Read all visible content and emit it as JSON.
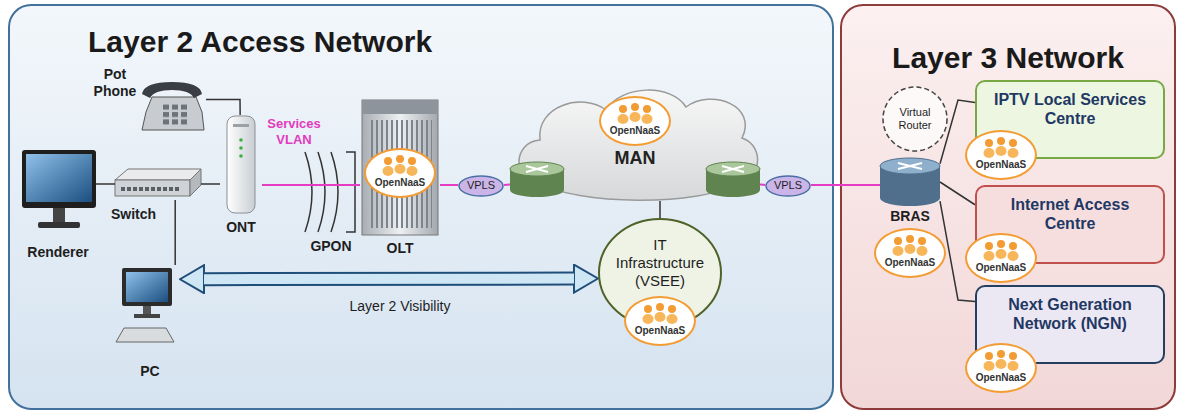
{
  "diagram": {
    "nodes": [
      {
        "text": [
          "Layer 2 Access Network"
        ]
      },
      {
        "text": [
          "Pot Phone"
        ],
        "in": 0
      },
      {
        "text": [
          "Renderer"
        ],
        "in": 0
      },
      {
        "text": [
          "Switch"
        ],
        "in": 0
      },
      {
        "text": [
          "ONT"
        ],
        "in": 0
      },
      {
        "text": [
          "OpenNaaS",
          "OLT"
        ],
        "in": 0
      },
      {
        "text": [
          "VPLS"
        ],
        "in": 0
      },
      {
        "text": [
          "OpenNaaS",
          "MAN"
        ],
        "in": 0
      },
      {
        "text": [
          "VPLS"
        ],
        "in": 0
      },
      {
        "text": [
          "IT Infrastructure (VSEE)",
          "OpenNaaS"
        ],
        "in": 0
      },
      {
        "text": [
          "PC"
        ],
        "in": 0
      },
      {
        "text": [
          "Layer 3 Network"
        ]
      },
      {
        "text": [
          "Virtual Router"
        ],
        "in": 11
      },
      {
        "text": [
          "BRAS",
          "OpenNaaS"
        ],
        "in": 11
      },
      {
        "text": [
          "IPTV Local Services Centre",
          "OpenNaaS"
        ],
        "in": 11
      },
      {
        "text": [
          "Internet Access Centre",
          "OpenNaaS"
        ],
        "in": 11
      },
      {
        "text": [
          "Next Generation Network (NGN)",
          "OpenNaaS"
        ],
        "in": 11
      }
    ],
    "edges": [
      {
        "from": 1,
        "to": 4,
        "arrow": "none"
      },
      {
        "from": 2,
        "to": 3,
        "arrow": "none"
      },
      {
        "from": 3,
        "to": 4,
        "arrow": "none"
      },
      {
        "from": 3,
        "to": 10,
        "arrow": "none"
      },
      {
        "from": 4,
        "to": 5,
        "label": "Services VLAN",
        "arrow": "none"
      },
      {
        "from": 5,
        "to": 6,
        "arrow": "none"
      },
      {
        "from": 6,
        "to": 7,
        "arrow": "none"
      },
      {
        "from": 7,
        "to": 8,
        "arrow": "none"
      },
      {
        "from": 8,
        "to": 13,
        "arrow": "none"
      },
      {
        "from": 7,
        "to": 9,
        "arrow": "none"
      },
      {
        "from": 10,
        "to": 9,
        "label": "Layer 2 Visibility",
        "arrow": "both"
      },
      {
        "from": 13,
        "to": 14,
        "arrow": "none"
      },
      {
        "from": 13,
        "to": 15,
        "arrow": "none"
      },
      {
        "from": 13,
        "to": 16,
        "arrow": "none"
      }
    ],
    "labels": [
      "GPON"
    ]
  }
}
